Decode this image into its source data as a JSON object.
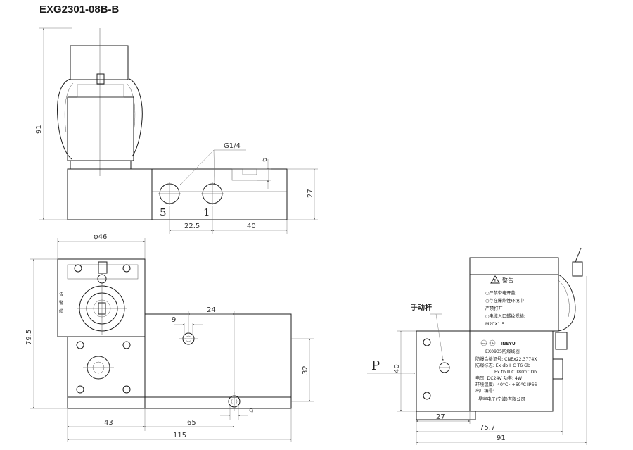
{
  "title": "EXG2301-08B-B",
  "front": {
    "dim_height": "91",
    "port_label": "G1/4",
    "dim_6": "6",
    "dim_27": "27",
    "port_5": "5",
    "port_1": "1",
    "dim_22_5": "22.5",
    "dim_40": "40"
  },
  "top": {
    "dim_phi46": "φ46",
    "dim_24": "24",
    "dim_9a": "9",
    "dim_79_5": "79.5",
    "dim_32": "32",
    "dim_9b": "9",
    "dim_43": "43",
    "dim_65": "65",
    "dim_115": "115",
    "vlabel": [
      "告",
      "警",
      "缆"
    ]
  },
  "side": {
    "lever_label": "手动杆",
    "p_label": "P",
    "dim_40": "40",
    "dim_27": "27",
    "dim_75_7": "75.7",
    "dim_91": "91",
    "warning": {
      "title": "警告",
      "lines": [
        "○严禁带电开盖",
        "○存在爆炸性环境中",
        "  严禁打开",
        "○电缆入口螺纹规格:",
        "  M20X1.5"
      ]
    },
    "plate": {
      "brand": "INSYU",
      "mark1": "CNEX",
      "mark2": "CE",
      "title": "EX0935防爆线圈",
      "lines": [
        "防爆合格证号: CNEx22.3774X",
        "防爆标志: Ex db Ⅱ C T6 Gb",
        "Ex tb Ⅲ C T80°C Db",
        "电压: DC24V   功率: 4W",
        "环境温度: -40°C~+60°C  IP66",
        "出厂编号:",
        "星宇电子(宁波)有限公司"
      ]
    }
  }
}
